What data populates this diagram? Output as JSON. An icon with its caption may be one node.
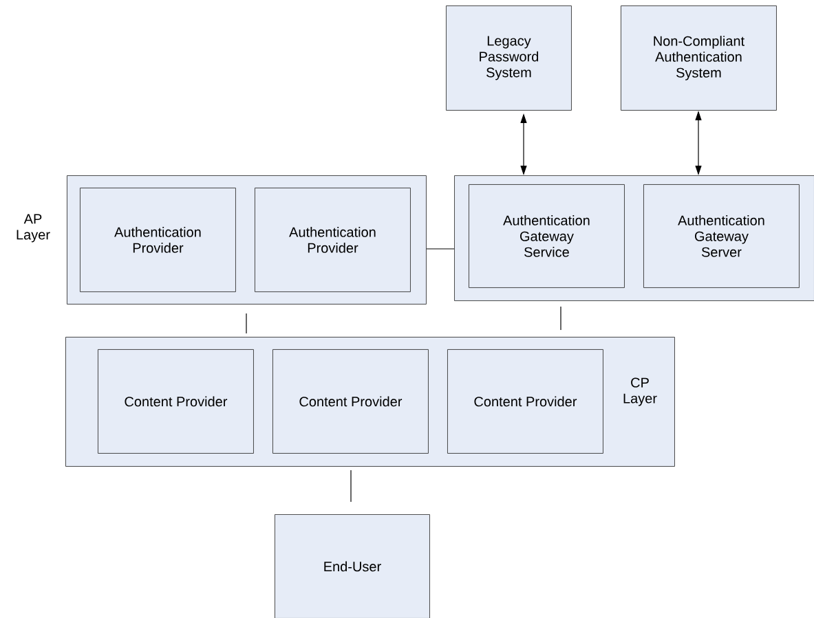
{
  "diagram": {
    "nodes": [
      {
        "text": [
          "Legacy Password System"
        ]
      },
      {
        "text": [
          "Non-Compliant Authentication System"
        ]
      },
      {
        "text": [
          "AP Layer"
        ]
      },
      {
        "text": [
          "Authentication Provider"
        ],
        "in": 2
      },
      {
        "text": [
          "Authentication Provider"
        ],
        "in": 2
      },
      {
        "text": [],
        "shape": "box"
      },
      {
        "text": [
          "Authentication Gateway Service"
        ],
        "in": 5
      },
      {
        "text": [
          "Authentication Gateway Server"
        ],
        "in": 5
      },
      {
        "text": [
          "CP Layer"
        ]
      },
      {
        "text": [
          "Content Provider"
        ],
        "in": 8
      },
      {
        "text": [
          "Content Provider"
        ],
        "in": 8
      },
      {
        "text": [
          "Content Provider"
        ],
        "in": 8
      },
      {
        "text": [
          "End-User"
        ]
      }
    ],
    "edges": [
      {
        "from": 0,
        "to": 5,
        "arrow": "both"
      },
      {
        "from": 1,
        "to": 5,
        "arrow": "both"
      },
      {
        "from": 2,
        "to": 5,
        "arrow": "none"
      },
      {
        "from": 2,
        "to": 8,
        "arrow": "none"
      },
      {
        "from": 5,
        "to": 8,
        "arrow": "none"
      },
      {
        "from": 8,
        "to": 12,
        "arrow": "none"
      }
    ]
  }
}
